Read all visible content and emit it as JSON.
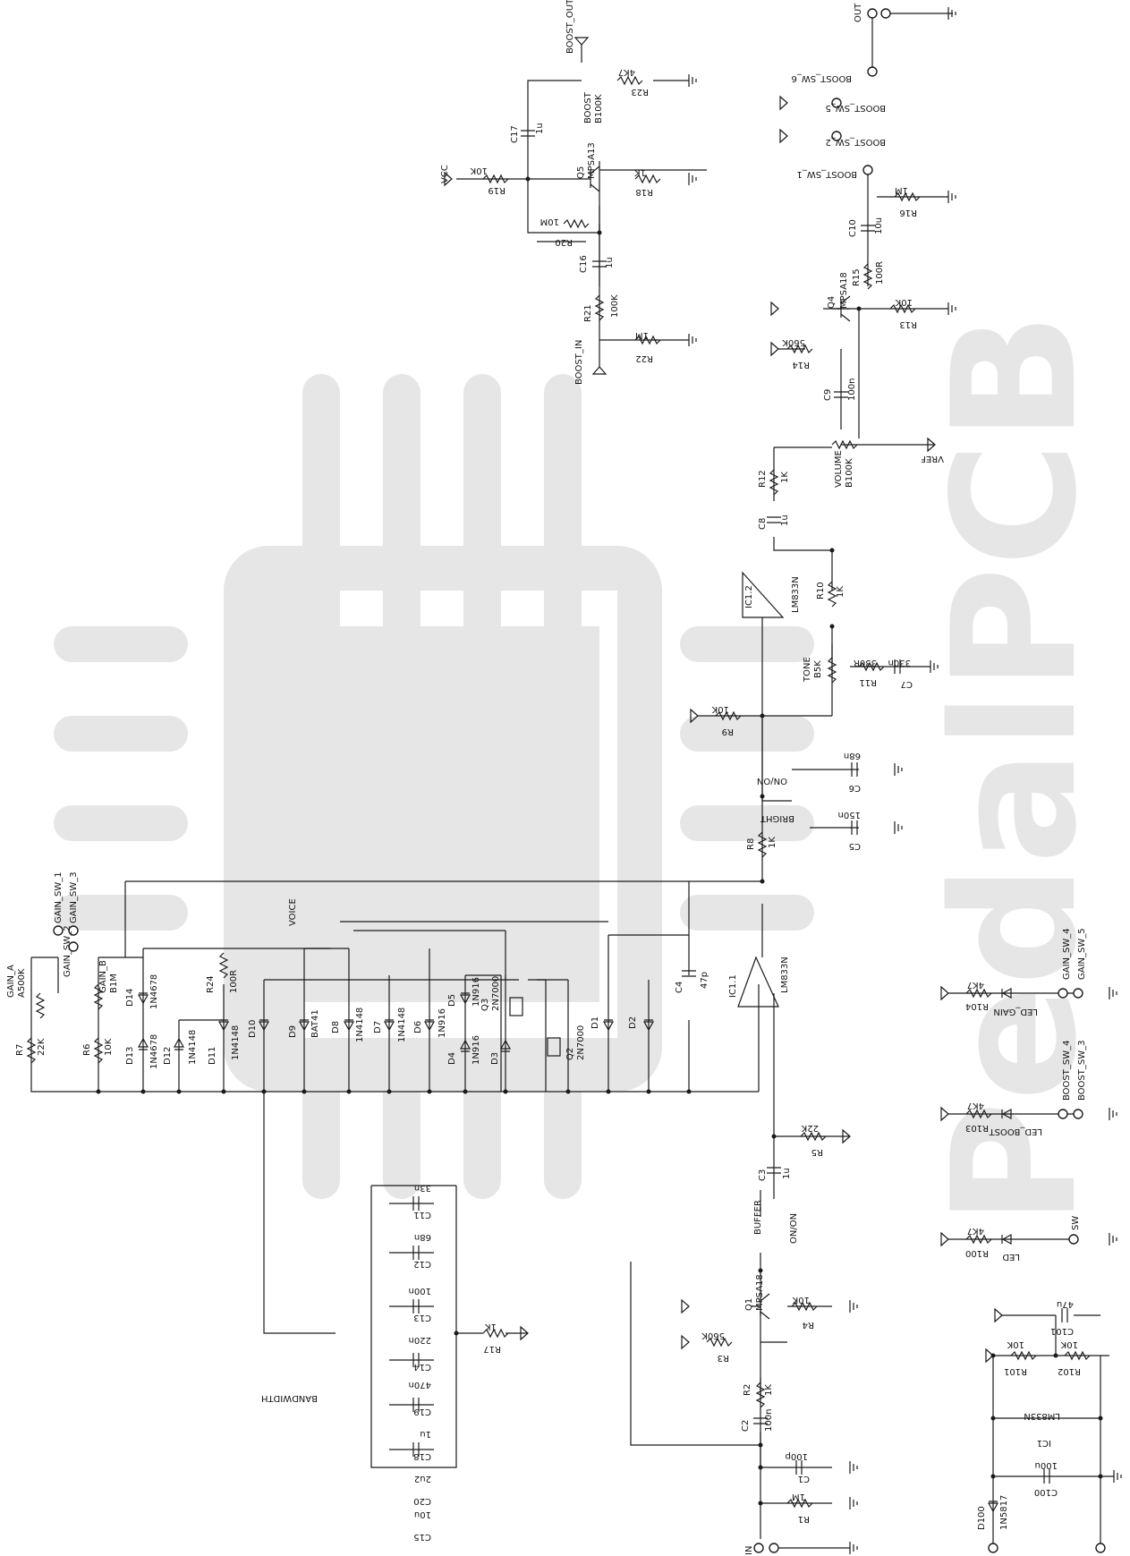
{
  "watermark": {
    "text": "PedalPCB"
  },
  "labels": [
    {
      "name": "boost-out-net",
      "text": "BOOST_OUT"
    },
    {
      "name": "boost-in-net",
      "text": "BOOST_IN"
    },
    {
      "name": "vcc-net",
      "text": "VCC"
    },
    {
      "name": "vref-net",
      "text": "VREF"
    },
    {
      "name": "r23",
      "text": "R23"
    },
    {
      "name": "r23-value",
      "text": "4K7"
    },
    {
      "name": "boost-pot",
      "text": "BOOST"
    },
    {
      "name": "boost-pot-value",
      "text": "B100K"
    },
    {
      "name": "c17",
      "text": "C17"
    },
    {
      "name": "c17-value",
      "text": "1u"
    },
    {
      "name": "r19",
      "text": "R19"
    },
    {
      "name": "r19-value",
      "text": "10K"
    },
    {
      "name": "q5",
      "text": "Q5"
    },
    {
      "name": "q5-value",
      "text": "MPSA13"
    },
    {
      "name": "r18",
      "text": "R18"
    },
    {
      "name": "r18-value",
      "text": "1K"
    },
    {
      "name": "r20",
      "text": "R20"
    },
    {
      "name": "r20-value",
      "text": "10M"
    },
    {
      "name": "c16",
      "text": "C16"
    },
    {
      "name": "c16-value",
      "text": "1u"
    },
    {
      "name": "r21",
      "text": "R21"
    },
    {
      "name": "r21-value",
      "text": "100K"
    },
    {
      "name": "r22",
      "text": "R22"
    },
    {
      "name": "r22-value",
      "text": "1M"
    },
    {
      "name": "out-jack",
      "text": "OUT"
    },
    {
      "name": "boost-sw-6",
      "text": "BOOST_SW_6"
    },
    {
      "name": "boost-sw-5",
      "text": "BOOST_SW_5"
    },
    {
      "name": "boost-sw-2",
      "text": "BOOST_SW_2"
    },
    {
      "name": "boost-sw-1",
      "text": "BOOST_SW_1"
    },
    {
      "name": "r16",
      "text": "R16"
    },
    {
      "name": "r16-value",
      "text": "1M"
    },
    {
      "name": "c10",
      "text": "C10"
    },
    {
      "name": "c10-value",
      "text": "10u"
    },
    {
      "name": "r15",
      "text": "R15"
    },
    {
      "name": "r15-value",
      "text": "100R"
    },
    {
      "name": "q4",
      "text": "Q4"
    },
    {
      "name": "q4-value",
      "text": "MPSA18"
    },
    {
      "name": "r13",
      "text": "R13"
    },
    {
      "name": "r13-value",
      "text": "10K"
    },
    {
      "name": "r14",
      "text": "R14"
    },
    {
      "name": "r14-value",
      "text": "560K"
    },
    {
      "name": "c9",
      "text": "C9"
    },
    {
      "name": "c9-value",
      "text": "100n"
    },
    {
      "name": "volume-pot",
      "text": "VOLUME"
    },
    {
      "name": "volume-pot-value",
      "text": "B100K"
    },
    {
      "name": "r12",
      "text": "R12"
    },
    {
      "name": "r12-value",
      "text": "1K"
    },
    {
      "name": "c8",
      "text": "C8"
    },
    {
      "name": "c8-value",
      "text": "1u"
    },
    {
      "name": "ic1-2",
      "text": "IC1.2"
    },
    {
      "name": "ic1-2-value",
      "text": "LM833N"
    },
    {
      "name": "r10",
      "text": "R10"
    },
    {
      "name": "r10-value",
      "text": "1K"
    },
    {
      "name": "r11",
      "text": "R11"
    },
    {
      "name": "r11-value",
      "text": "330R"
    },
    {
      "name": "c7",
      "text": "C7"
    },
    {
      "name": "c7-value",
      "text": "330n"
    },
    {
      "name": "tone-pot",
      "text": "TONE"
    },
    {
      "name": "tone-pot-value",
      "text": "B5K"
    },
    {
      "name": "r9",
      "text": "R9"
    },
    {
      "name": "r9-value",
      "text": "10K"
    },
    {
      "name": "c6",
      "text": "C6"
    },
    {
      "name": "c6-value",
      "text": "68n"
    },
    {
      "name": "on-on-1",
      "text": "ON/ON"
    },
    {
      "name": "bright-switch",
      "text": "BRIGHT"
    },
    {
      "name": "c5",
      "text": "C5"
    },
    {
      "name": "c5-value",
      "text": "150n"
    },
    {
      "name": "r8",
      "text": "R8"
    },
    {
      "name": "r8-value",
      "text": "1K"
    },
    {
      "name": "gain-sw-1",
      "text": "GAIN_SW_1"
    },
    {
      "name": "gain-sw-3",
      "text": "GAIN_SW_3"
    },
    {
      "name": "gain-sw-2",
      "text": "GAIN_SW_2"
    },
    {
      "name": "voice-switch",
      "text": "VOICE"
    },
    {
      "name": "gain-a",
      "text": "GAIN_A"
    },
    {
      "name": "gain-a-value",
      "text": "A500K"
    },
    {
      "name": "gain-b",
      "text": "GAIN_B"
    },
    {
      "name": "gain-b-value",
      "text": "B1M"
    },
    {
      "name": "r7",
      "text": "R7"
    },
    {
      "name": "r7-value",
      "text": "22K"
    },
    {
      "name": "r6",
      "text": "R6"
    },
    {
      "name": "r6-value",
      "text": "10K"
    },
    {
      "name": "d14",
      "text": "D14"
    },
    {
      "name": "d14-value",
      "text": "1N4678"
    },
    {
      "name": "d13",
      "text": "D13"
    },
    {
      "name": "d13-value",
      "text": "1N4678"
    },
    {
      "name": "d12",
      "text": "D12"
    },
    {
      "name": "d12-value",
      "text": "1N4148"
    },
    {
      "name": "d11",
      "text": "D11"
    },
    {
      "name": "d11-value",
      "text": "1N4148"
    },
    {
      "name": "r24",
      "text": "R24"
    },
    {
      "name": "r24-value",
      "text": "100R"
    },
    {
      "name": "d10",
      "text": "D10"
    },
    {
      "name": "d9",
      "text": "D9"
    },
    {
      "name": "d9-value",
      "text": "BAT41"
    },
    {
      "name": "d8",
      "text": "D8"
    },
    {
      "name": "d8-value",
      "text": "1N4148"
    },
    {
      "name": "d7",
      "text": "D7"
    },
    {
      "name": "d7-value",
      "text": "1N4148"
    },
    {
      "name": "d6",
      "text": "D6"
    },
    {
      "name": "d6-value",
      "text": "1N916"
    },
    {
      "name": "d5",
      "text": "D5"
    },
    {
      "name": "d5-value",
      "text": "1N916"
    },
    {
      "name": "d4",
      "text": "D4"
    },
    {
      "name": "d4-value",
      "text": "1N916"
    },
    {
      "name": "q3",
      "text": "Q3"
    },
    {
      "name": "q3-value",
      "text": "2N7000"
    },
    {
      "name": "d3",
      "text": "D3"
    },
    {
      "name": "q2",
      "text": "Q2"
    },
    {
      "name": "q2-value",
      "text": "2N7000"
    },
    {
      "name": "d1",
      "text": "D1"
    },
    {
      "name": "d2",
      "text": "D2"
    },
    {
      "name": "c4",
      "text": "C4"
    },
    {
      "name": "c4-value",
      "text": "47p"
    },
    {
      "name": "ic1-1",
      "text": "IC1.1"
    },
    {
      "name": "ic1-1-value",
      "text": "LM833N"
    },
    {
      "name": "gain-sw-4",
      "text": "GAIN_SW_4"
    },
    {
      "name": "gain-sw-5",
      "text": "GAIN_SW_5"
    },
    {
      "name": "r104",
      "text": "R104"
    },
    {
      "name": "r104-value",
      "text": "4K7"
    },
    {
      "name": "led-gain",
      "text": "LED_GAIN"
    },
    {
      "name": "boost-sw-4",
      "text": "BOOST_SW_4"
    },
    {
      "name": "boost-sw-3",
      "text": "BOOST_SW_3"
    },
    {
      "name": "r103",
      "text": "R103"
    },
    {
      "name": "r103-value",
      "text": "4K7"
    },
    {
      "name": "led-boost",
      "text": "LED_BOOST"
    },
    {
      "name": "sw-jack",
      "text": "SW"
    },
    {
      "name": "r100",
      "text": "R100"
    },
    {
      "name": "r100-value",
      "text": "4K7"
    },
    {
      "name": "led",
      "text": "LED"
    },
    {
      "name": "r5",
      "text": "R5"
    },
    {
      "name": "r5-value",
      "text": "22K"
    },
    {
      "name": "c3",
      "text": "C3"
    },
    {
      "name": "c3-value",
      "text": "1u"
    },
    {
      "name": "buffer-switch",
      "text": "BUFFER"
    },
    {
      "name": "on-on-2",
      "text": "ON/ON"
    },
    {
      "name": "q1",
      "text": "Q1"
    },
    {
      "name": "q1-value",
      "text": "MPSA18"
    },
    {
      "name": "r4",
      "text": "R4"
    },
    {
      "name": "r4-value",
      "text": "10K"
    },
    {
      "name": "r3",
      "text": "R3"
    },
    {
      "name": "r3-value",
      "text": "560K"
    },
    {
      "name": "r2",
      "text": "R2"
    },
    {
      "name": "r2-value",
      "text": "1K"
    },
    {
      "name": "c2",
      "text": "C2"
    },
    {
      "name": "c2-value",
      "text": "100n"
    },
    {
      "name": "c1",
      "text": "C1"
    },
    {
      "name": "c1-value",
      "text": "100p"
    },
    {
      "name": "r1",
      "text": "R1"
    },
    {
      "name": "r1-value",
      "text": "1M"
    },
    {
      "name": "in-jack",
      "text": "IN"
    },
    {
      "name": "c11",
      "text": "C11"
    },
    {
      "name": "c11-value",
      "text": "33n"
    },
    {
      "name": "c12",
      "text": "C12"
    },
    {
      "name": "c12-value",
      "text": "68n"
    },
    {
      "name": "c13",
      "text": "C13"
    },
    {
      "name": "c13-value",
      "text": "100n"
    },
    {
      "name": "c14",
      "text": "C14"
    },
    {
      "name": "c14-value",
      "text": "220n"
    },
    {
      "name": "c19",
      "text": "C19"
    },
    {
      "name": "c19-value",
      "text": "470n"
    },
    {
      "name": "c18",
      "text": "C18"
    },
    {
      "name": "c18-value",
      "text": "1u"
    },
    {
      "name": "c20",
      "text": "C20"
    },
    {
      "name": "c20-value",
      "text": "2u2"
    },
    {
      "name": "c15",
      "text": "C15"
    },
    {
      "name": "c15-value",
      "text": "10u"
    },
    {
      "name": "r17",
      "text": "R17"
    },
    {
      "name": "r17-value",
      "text": "1K"
    },
    {
      "name": "bandwidth-switch",
      "text": "BANDWIDTH"
    },
    {
      "name": "c101",
      "text": "C101"
    },
    {
      "name": "c101-value",
      "text": "47u"
    },
    {
      "name": "r101",
      "text": "R101"
    },
    {
      "name": "r101-value",
      "text": "10K"
    },
    {
      "name": "r102",
      "text": "R102"
    },
    {
      "name": "r102-value",
      "text": "10K"
    },
    {
      "name": "ic1",
      "text": "IC1"
    },
    {
      "name": "ic1-value",
      "text": "LM833N"
    },
    {
      "name": "c100",
      "text": "C100"
    },
    {
      "name": "c100-value",
      "text": "100u"
    },
    {
      "name": "d100",
      "text": "D100"
    },
    {
      "name": "d100-value",
      "text": "1N5817"
    }
  ]
}
